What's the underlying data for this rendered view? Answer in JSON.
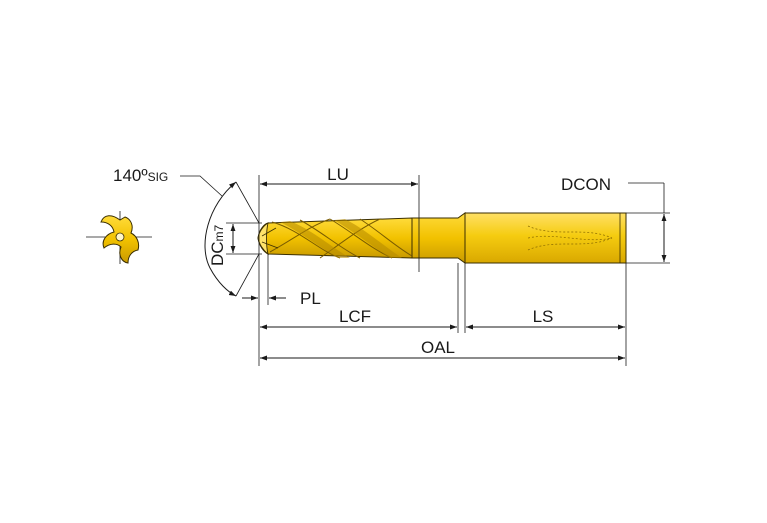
{
  "labels": {
    "angle_value": "140º",
    "angle_suffix": "SIG",
    "lu": "LU",
    "dcon": "DCON",
    "dc_main": "DC",
    "dc_sub": "m7",
    "pl": "PL",
    "lcf": "LCF",
    "ls": "LS",
    "oal": "OAL"
  },
  "colors": {
    "body_gold": "#f2c200",
    "body_dark": "#c79600",
    "body_light": "#ffe36a",
    "shank_gold": "#f5cc10",
    "line": "#1a1a1a"
  }
}
